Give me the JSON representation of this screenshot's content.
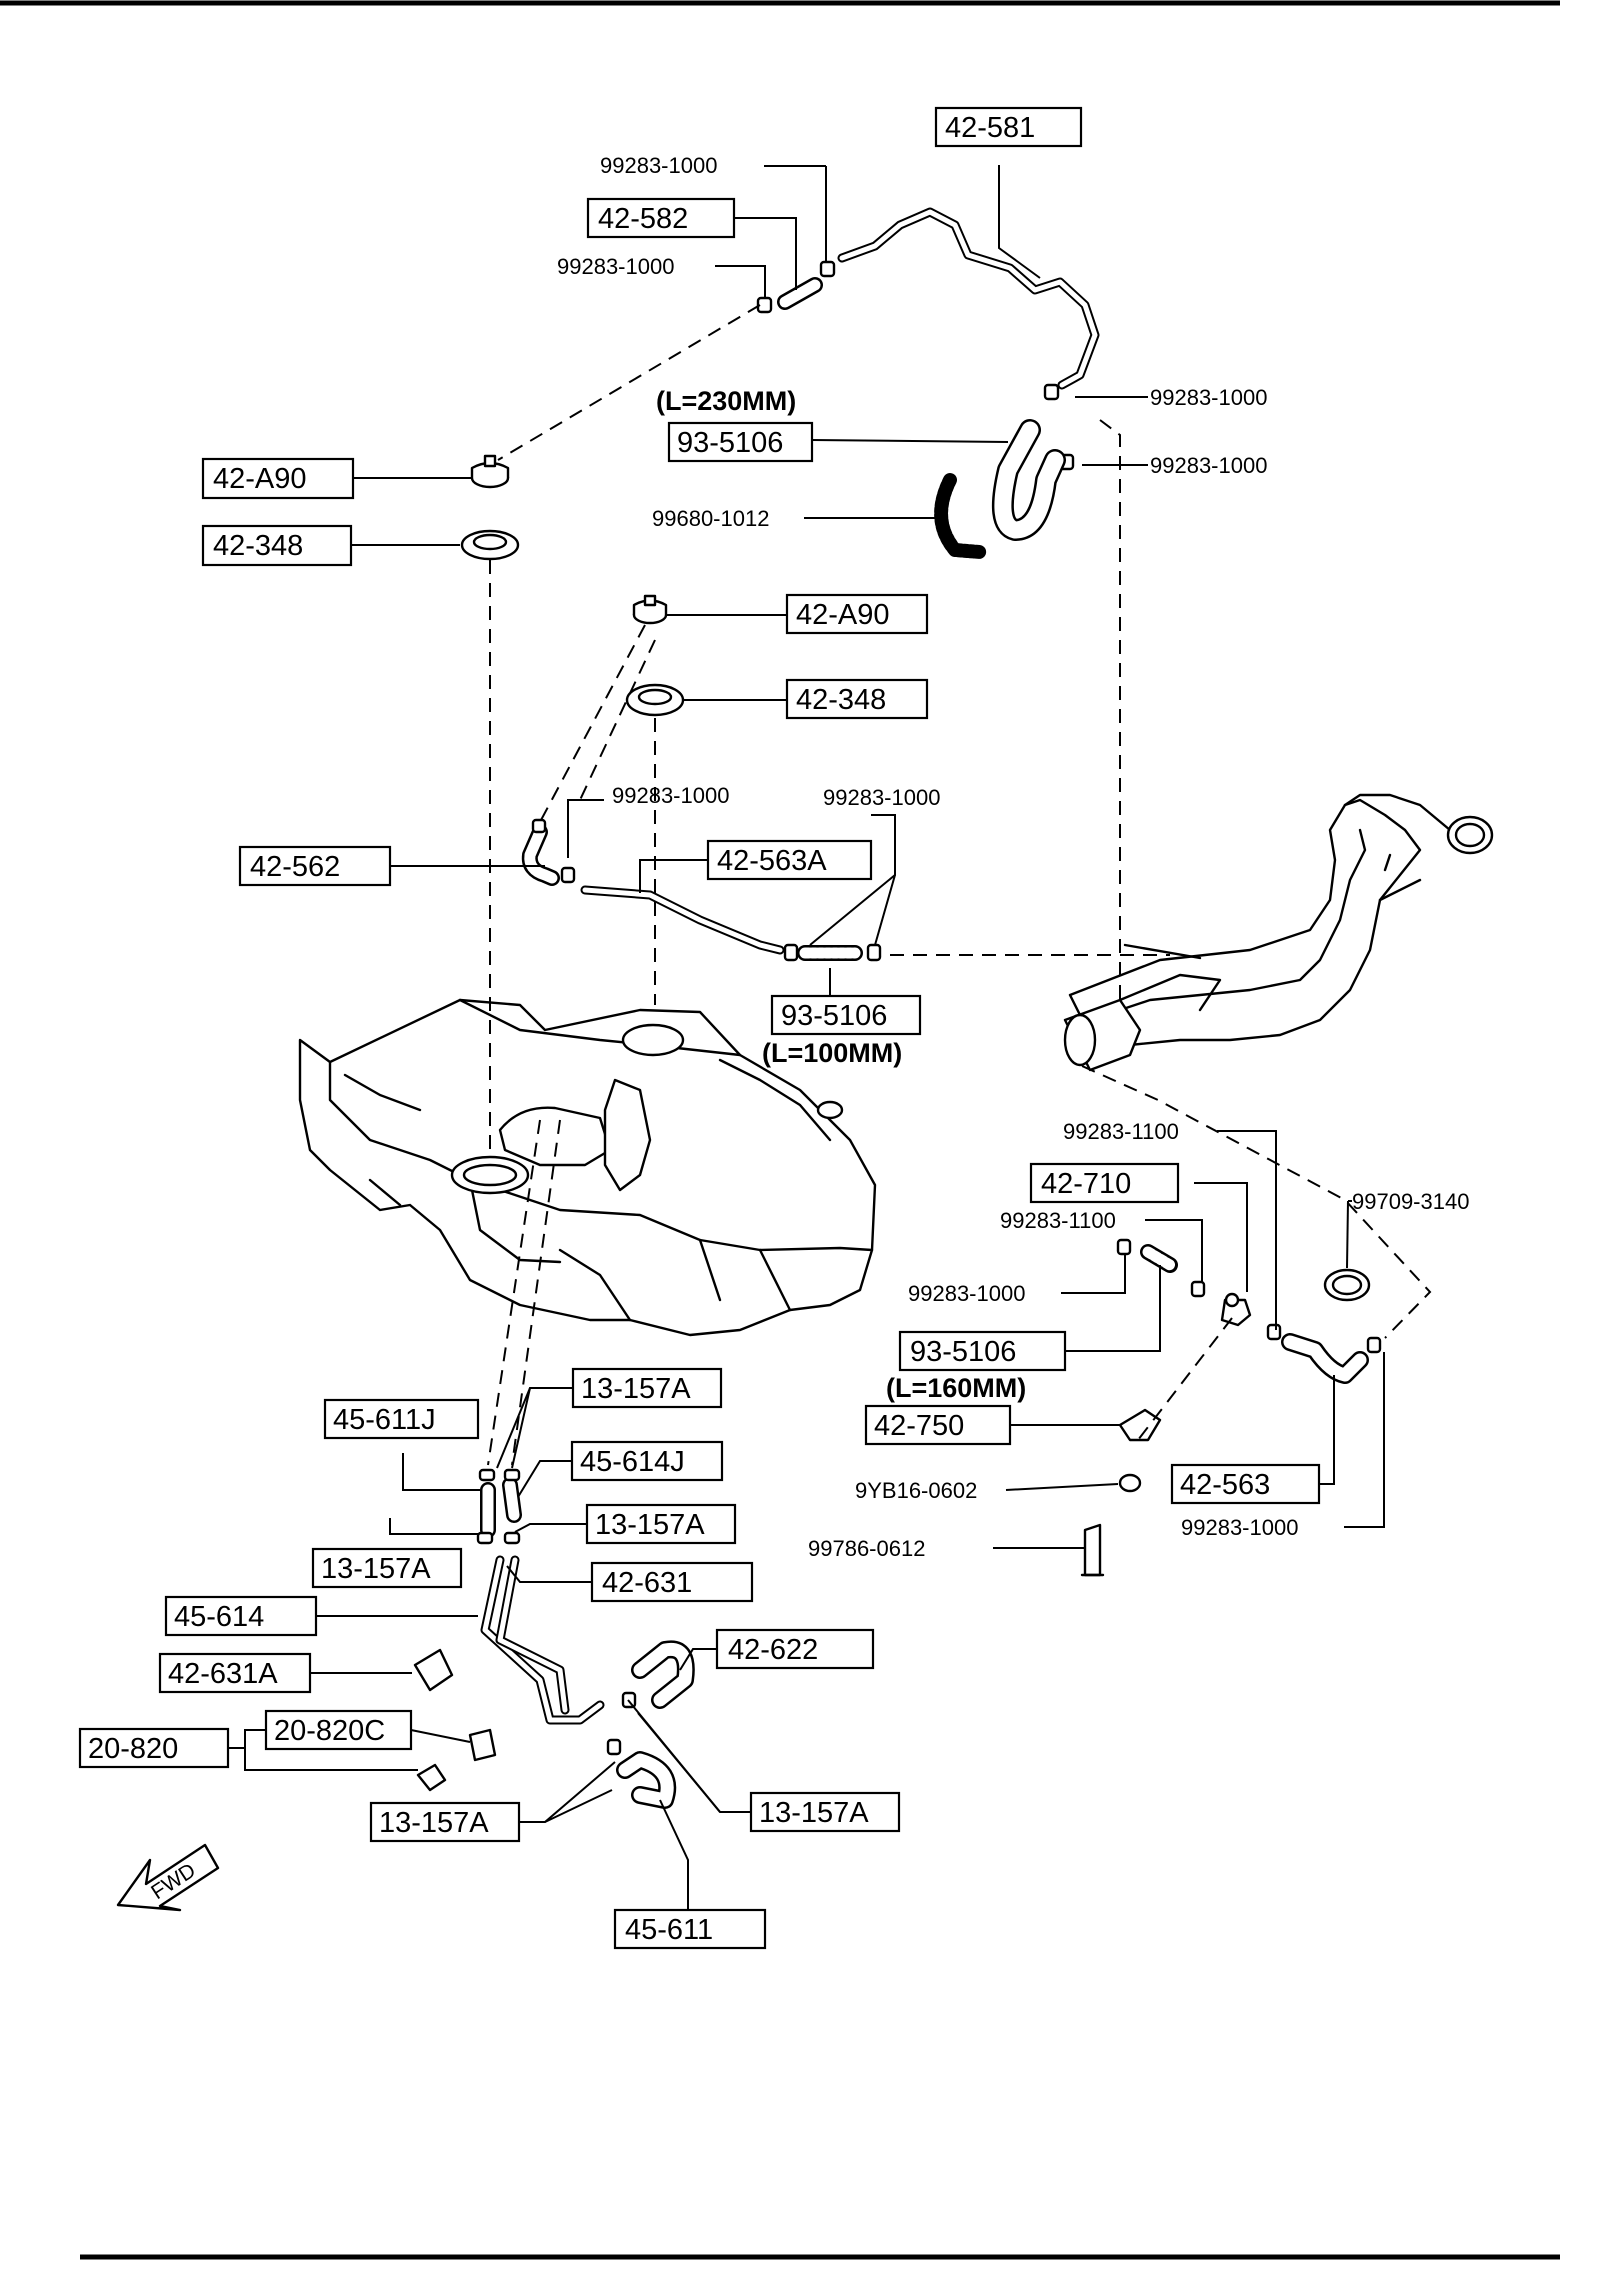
{
  "callouts": {
    "p42_581": "42-581",
    "p42_582": "42-582",
    "p42_a90_top": "42-A90",
    "p42_348_top": "42-348",
    "p93_5106_top": "93-5106",
    "p42_a90_mid": "42-A90",
    "p42_348_mid": "42-348",
    "p42_562": "42-562",
    "p42_563a": "42-563A",
    "p93_5106_mid": "93-5106",
    "p42_710": "42-710",
    "p93_5106_low": "93-5106",
    "p42_750": "42-750",
    "p42_563": "42-563",
    "p13_157a_1": "13-157A",
    "p45_611j": "45-611J",
    "p45_614j": "45-614J",
    "p13_157a_2": "13-157A",
    "p13_157a_3": "13-157A",
    "p42_631": "42-631",
    "p45_614": "45-614",
    "p42_622": "42-622",
    "p42_631a": "42-631A",
    "p20_820c": "20-820C",
    "p20_820": "20-820",
    "p13_157a_4": "13-157A",
    "p13_157a_5": "13-157A",
    "p45_611": "45-611"
  },
  "plain_labels": {
    "c99283_1000_a": "99283-1000",
    "c99283_1000_b": "99283-1000",
    "c99283_1000_c": "99283-1000",
    "c99283_1000_d": "99283-1000",
    "c99680_1012": "99680-1012",
    "c99283_1000_e": "99283-1000",
    "c99283_1000_f": "99283-1000",
    "c99283_1100_a": "99283-1100",
    "c99709_3140": "99709-3140",
    "c99283_1100_b": "99283-1100",
    "c99283_1000_g": "99283-1000",
    "c9yb16_0602": "9YB16-0602",
    "c99786_0612": "99786-0612",
    "c99283_1000_h": "99283-1000"
  },
  "length_notes": {
    "l230": "(L=230MM)",
    "l100": "(L=100MM)",
    "l160": "(L=160MM)"
  },
  "fwd_label": "FWD"
}
